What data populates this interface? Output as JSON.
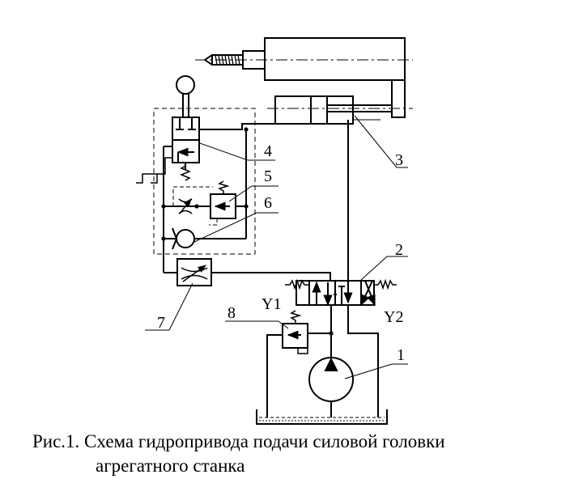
{
  "figure": {
    "caption_line1": "Рис.1. Схема гидропривода подачи силовой головки",
    "caption_line2": "агрегатного станка"
  },
  "labels": {
    "n1": "1",
    "n2": "2",
    "n3": "3",
    "n4": "4",
    "n5": "5",
    "n6": "6",
    "n7": "7",
    "n8": "8",
    "y1": "Y1",
    "y2": "Y2"
  }
}
